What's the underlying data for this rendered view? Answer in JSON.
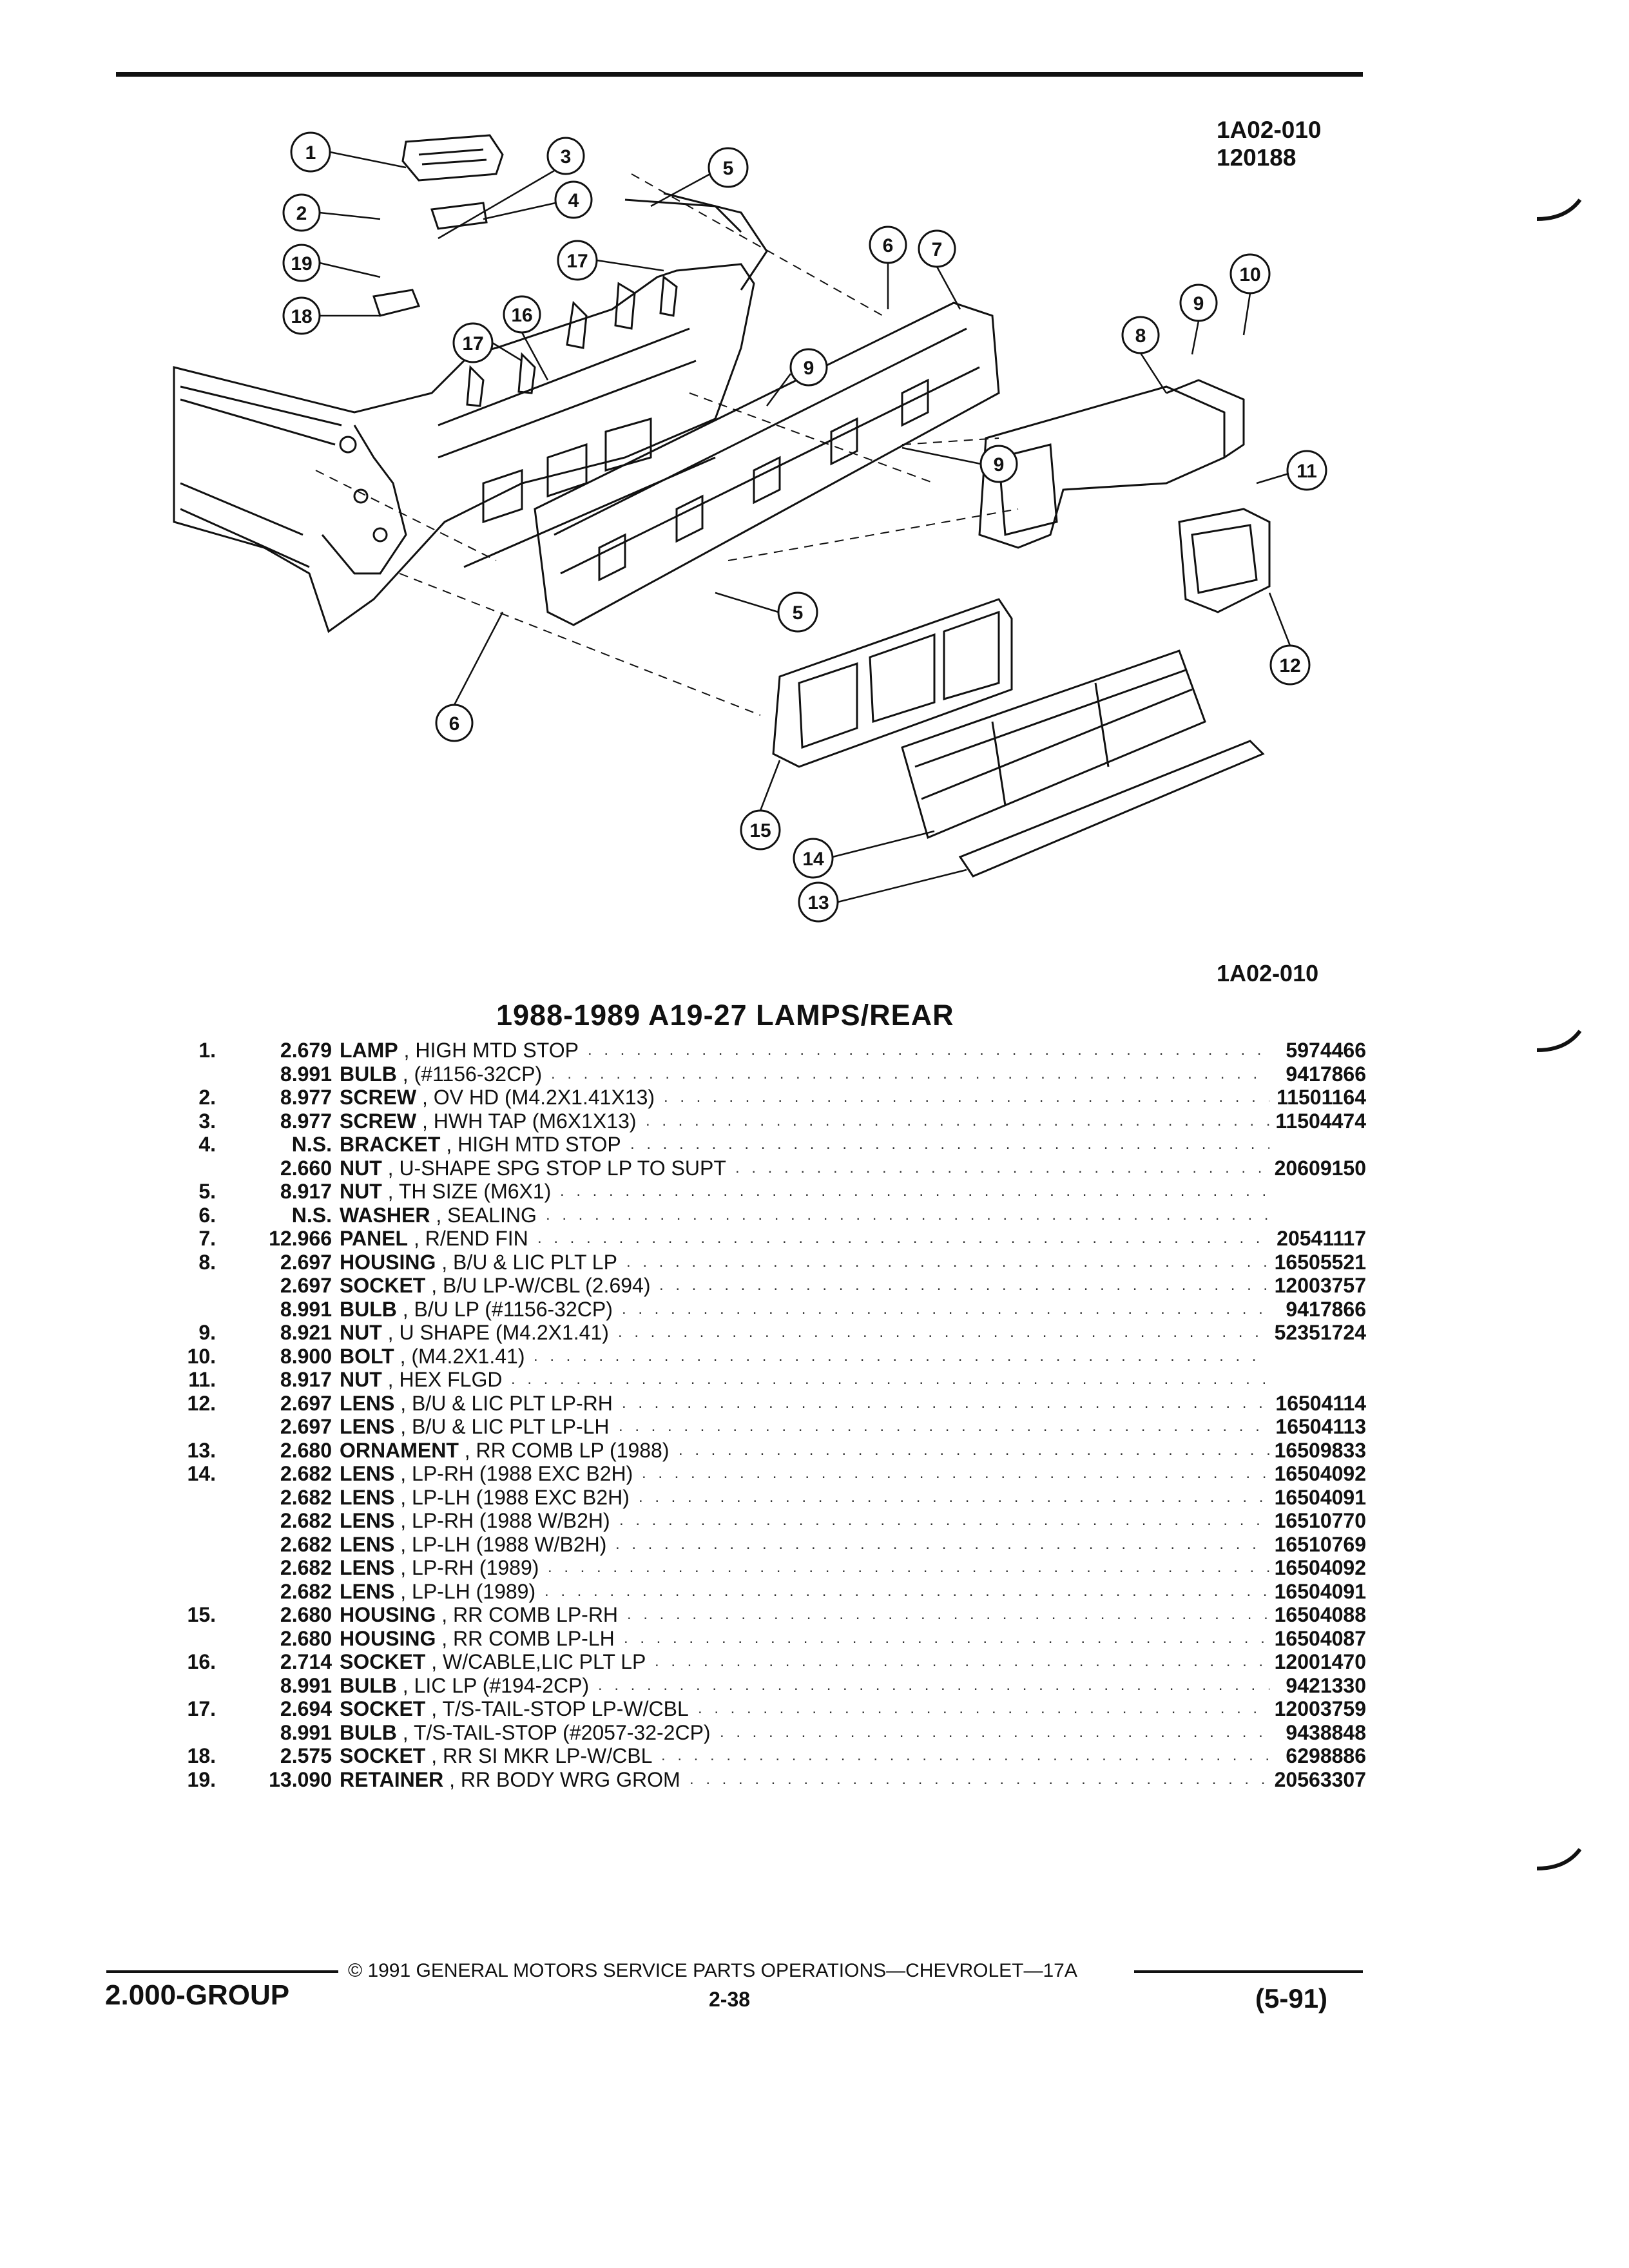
{
  "header": {
    "diagram_id": "1A02-010",
    "diagram_date": "120188"
  },
  "diagram": {
    "callouts": [
      "1",
      "2",
      "3",
      "4",
      "5",
      "6",
      "7",
      "8",
      "9",
      "10",
      "11",
      "12",
      "13",
      "14",
      "15",
      "16",
      "17",
      "18",
      "19"
    ],
    "bottom_id": "1A02-010"
  },
  "section_title": "1988-1989 A19-27 LAMPS/REAR",
  "parts": [
    {
      "ref": "1.",
      "group": "2.679",
      "name": "LAMP",
      "desc": ", HIGH MTD STOP",
      "pn": "5974466"
    },
    {
      "ref": "",
      "group": "8.991",
      "name": "BULB",
      "desc": ", (#1156-32CP)",
      "pn": "9417866"
    },
    {
      "ref": "2.",
      "group": "8.977",
      "name": "SCREW",
      "desc": ", OV HD (M4.2X1.41X13)",
      "pn": "11501164"
    },
    {
      "ref": "3.",
      "group": "8.977",
      "name": "SCREW",
      "desc": ", HWH TAP (M6X1X13)",
      "pn": "11504474"
    },
    {
      "ref": "4.",
      "group": "N.S.",
      "name": "BRACKET",
      "desc": ", HIGH MTD STOP",
      "pn": ""
    },
    {
      "ref": "",
      "group": "2.660",
      "name": "NUT",
      "desc": ", U-SHAPE SPG STOP LP TO SUPT",
      "pn": "20609150"
    },
    {
      "ref": "5.",
      "group": "8.917",
      "name": "NUT",
      "desc": ", TH SIZE (M6X1)",
      "pn": ""
    },
    {
      "ref": "6.",
      "group": "N.S.",
      "name": "WASHER",
      "desc": ", SEALING",
      "pn": ""
    },
    {
      "ref": "7.",
      "group": "12.966",
      "name": "PANEL",
      "desc": ", R/END FIN",
      "pn": "20541117"
    },
    {
      "ref": "8.",
      "group": "2.697",
      "name": "HOUSING",
      "desc": ", B/U & LIC PLT LP",
      "pn": "16505521"
    },
    {
      "ref": "",
      "group": "2.697",
      "name": "SOCKET",
      "desc": ", B/U LP-W/CBL (2.694)",
      "pn": "12003757"
    },
    {
      "ref": "",
      "group": "8.991",
      "name": "BULB",
      "desc": ", B/U LP (#1156-32CP)",
      "pn": "9417866"
    },
    {
      "ref": "9.",
      "group": "8.921",
      "name": "NUT",
      "desc": ", U SHAPE (M4.2X1.41)",
      "pn": "52351724"
    },
    {
      "ref": "10.",
      "group": "8.900",
      "name": "BOLT",
      "desc": ", (M4.2X1.41)",
      "pn": ""
    },
    {
      "ref": "11.",
      "group": "8.917",
      "name": "NUT",
      "desc": ", HEX FLGD",
      "pn": ""
    },
    {
      "ref": "12.",
      "group": "2.697",
      "name": "LENS",
      "desc": ", B/U & LIC PLT LP-RH",
      "pn": "16504114"
    },
    {
      "ref": "",
      "group": "2.697",
      "name": "LENS",
      "desc": ", B/U & LIC PLT LP-LH",
      "pn": "16504113"
    },
    {
      "ref": "13.",
      "group": "2.680",
      "name": "ORNAMENT",
      "desc": ", RR COMB LP (1988)",
      "pn": "16509833"
    },
    {
      "ref": "14.",
      "group": "2.682",
      "name": "LENS",
      "desc": ", LP-RH (1988 EXC B2H)",
      "pn": "16504092"
    },
    {
      "ref": "",
      "group": "2.682",
      "name": "LENS",
      "desc": ", LP-LH (1988 EXC B2H)",
      "pn": "16504091"
    },
    {
      "ref": "",
      "group": "2.682",
      "name": "LENS",
      "desc": ", LP-RH (1988 W/B2H)",
      "pn": "16510770"
    },
    {
      "ref": "",
      "group": "2.682",
      "name": "LENS",
      "desc": ", LP-LH (1988 W/B2H)",
      "pn": "16510769"
    },
    {
      "ref": "",
      "group": "2.682",
      "name": "LENS",
      "desc": ", LP-RH (1989)",
      "pn": "16504092"
    },
    {
      "ref": "",
      "group": "2.682",
      "name": "LENS",
      "desc": ", LP-LH (1989)",
      "pn": "16504091"
    },
    {
      "ref": "15.",
      "group": "2.680",
      "name": "HOUSING",
      "desc": ", RR COMB LP-RH",
      "pn": "16504088"
    },
    {
      "ref": "",
      "group": "2.680",
      "name": "HOUSING",
      "desc": ", RR COMB LP-LH",
      "pn": "16504087"
    },
    {
      "ref": "16.",
      "group": "2.714",
      "name": "SOCKET",
      "desc": ", W/CABLE,LIC PLT LP",
      "pn": "12001470"
    },
    {
      "ref": "",
      "group": "8.991",
      "name": "BULB",
      "desc": ", LIC LP (#194-2CP)",
      "pn": "9421330"
    },
    {
      "ref": "17.",
      "group": "2.694",
      "name": "SOCKET",
      "desc": ", T/S-TAIL-STOP LP-W/CBL",
      "pn": "12003759"
    },
    {
      "ref": "",
      "group": "8.991",
      "name": "BULB",
      "desc": ", T/S-TAIL-STOP (#2057-32-2CP)",
      "pn": "9438848"
    },
    {
      "ref": "18.",
      "group": "2.575",
      "name": "SOCKET",
      "desc": ", RR SI MKR LP-W/CBL",
      "pn": "6298886"
    },
    {
      "ref": "19.",
      "group": "13.090",
      "name": "RETAINER",
      "desc": ", RR BODY WRG GROM",
      "pn": "20563307"
    }
  ],
  "footer": {
    "copyright": "© 1991 GENERAL MOTORS SERVICE PARTS OPERATIONS—CHEVROLET—17A",
    "group": "2.000-GROUP",
    "page": "2-38",
    "date": "(5-91)"
  }
}
